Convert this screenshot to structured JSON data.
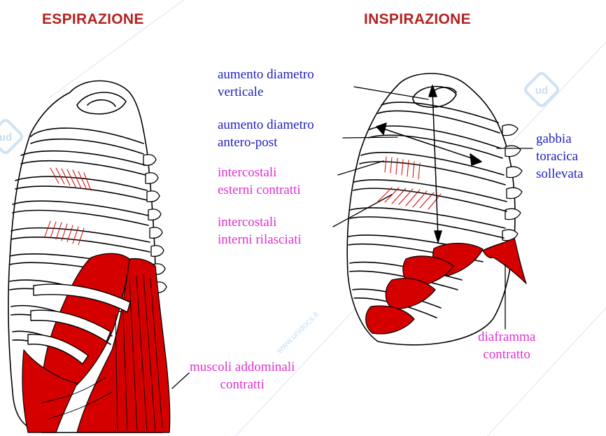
{
  "titles": {
    "expiration": "ESPIRAZIONE",
    "inspiration": "INSPIRAZIONE"
  },
  "labels": {
    "vertical_diameter": [
      "aumento diametro",
      "verticale"
    ],
    "ap_diameter": [
      "aumento diametro",
      "antero-post"
    ],
    "external_intercostals": [
      "intercostali",
      "esterni contratti"
    ],
    "internal_intercostals": [
      "intercostali",
      "interni rilasciati"
    ],
    "rib_cage": [
      "gabbia",
      "toracica",
      "sollevata"
    ],
    "diaphragm": [
      "diaframma",
      "contratto"
    ],
    "abdominal_muscles": [
      "muscoli addominali",
      "contratti"
    ]
  },
  "watermark": {
    "text": "www.unidocs.it",
    "logo_text": "ud"
  },
  "colors": {
    "title": "#b22222",
    "blue_label": "#2020c0",
    "pink_label": "#e030d0",
    "muscle": "#d40000",
    "watermark": "#bcd8f0"
  }
}
